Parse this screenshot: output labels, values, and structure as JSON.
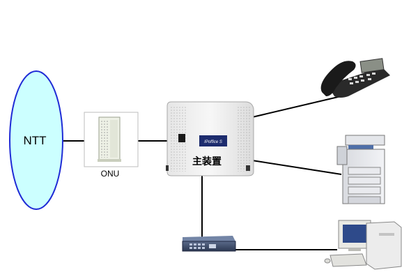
{
  "nodes": {
    "ntt": {
      "label": "NTT"
    },
    "onu": {
      "label": "ONU"
    },
    "main_unit": {
      "label": "主装置",
      "brand": "IPoffice S"
    },
    "phone": {
      "icon": "office-phone-icon"
    },
    "copier": {
      "icon": "copier-icon"
    },
    "hub": {
      "icon": "network-switch-icon"
    },
    "pc": {
      "icon": "desktop-pc-icon"
    }
  },
  "colors": {
    "ntt_fill": "#ccffff",
    "ntt_stroke": "#1f2bd6",
    "line": "#000000",
    "onu_box_border": "#bdbdbd"
  }
}
